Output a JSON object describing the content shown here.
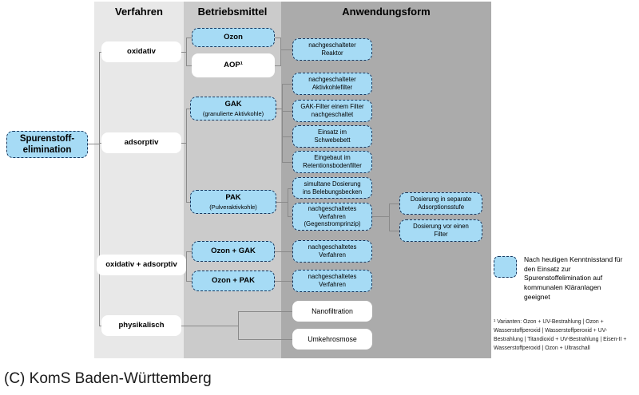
{
  "title_row": {
    "verfahren": "Verfahren",
    "betriebsmittel": "Betriebsmittel",
    "anwendungsform": "Anwendungsform"
  },
  "root_node": "Spurenstoff-\nelimination",
  "verfahren_nodes": {
    "oxidativ": "oxidativ",
    "adsorptiv": "adsorptiv",
    "oxidativ_adsorptiv": "oxidativ + adsorptiv",
    "physikalisch": "physikalisch"
  },
  "betriebsmittel_nodes": {
    "ozon": "Ozon",
    "aop": "AOP¹",
    "gak": "GAK",
    "gak_sub": "(granulierte Aktivkohle)",
    "pak": "PAK",
    "pak_sub": "(Pulveraktivkohle)",
    "ozon_gak": "Ozon + GAK",
    "ozon_pak": "Ozon + PAK"
  },
  "anwendungsform_nodes": {
    "nachgeschalteter_reaktor": "nachgeschalteter\nReaktor",
    "nachgeschalteter_aktivkohlefilter": "nachgeschalteter\nAktivkohlefilter",
    "gak_filter_nachgeschaltet": "GAK-Filter einem Filter\nnachgeschaltet",
    "einsatz_im_schwebebett": "Einsatz im\nSchwebebett",
    "eingebaut_im_retentionsbodenfilter": "Eingebaut im\nRetentionsbodenfilter",
    "simultane_dosierung": "simultane Dosierung\nins Belebungsbecken",
    "nachgeschaltetes_verfahren_gegenstrom": "nachgeschaltetes\nVerfahren\n(Gegenstromprinzip)",
    "nachgeschaltetes_verfahren_gak": "nachgeschaltetes\nVerfahren",
    "nachgeschaltetes_verfahren_pak": "nachgeschaltetes\nVerfahren",
    "nanofiltration": "Nanofiltration",
    "umkehrosmose": "Umkehrosmose"
  },
  "dosierung_nodes": {
    "separate_adsorptionsstufe": "Dosierung in separate\nAdsorptionsstufe",
    "vor_einen_filter": "Dosierung vor einen\nFilter"
  },
  "legend_text": "Nach heutigen Kenntnisstand für den Einsatz zur Spurenstoffelimination auf kommunalen Kläranlagen geeignet",
  "footnote_text": "¹ Varianten: Ozon + UV-Bestrahlung | Ozon + Wasserstoffperoxid | Wasserstoffperoxid + UV-Bestrahlung | Titandioxid + UV-Bestrahlung | Eisen-II + Wasserstoffperoxid | Ozon + Ultraschall",
  "caption": "(C) KomS Baden-Württemberg",
  "colors": {
    "node_fill": "#a6dbf5",
    "node_border": "#17375e",
    "band_verfahren": "#e8e8e8",
    "band_betriebsmittel": "#cbcbcb",
    "band_anwendungsform": "#ababab",
    "connector": "#8a8a8a"
  }
}
